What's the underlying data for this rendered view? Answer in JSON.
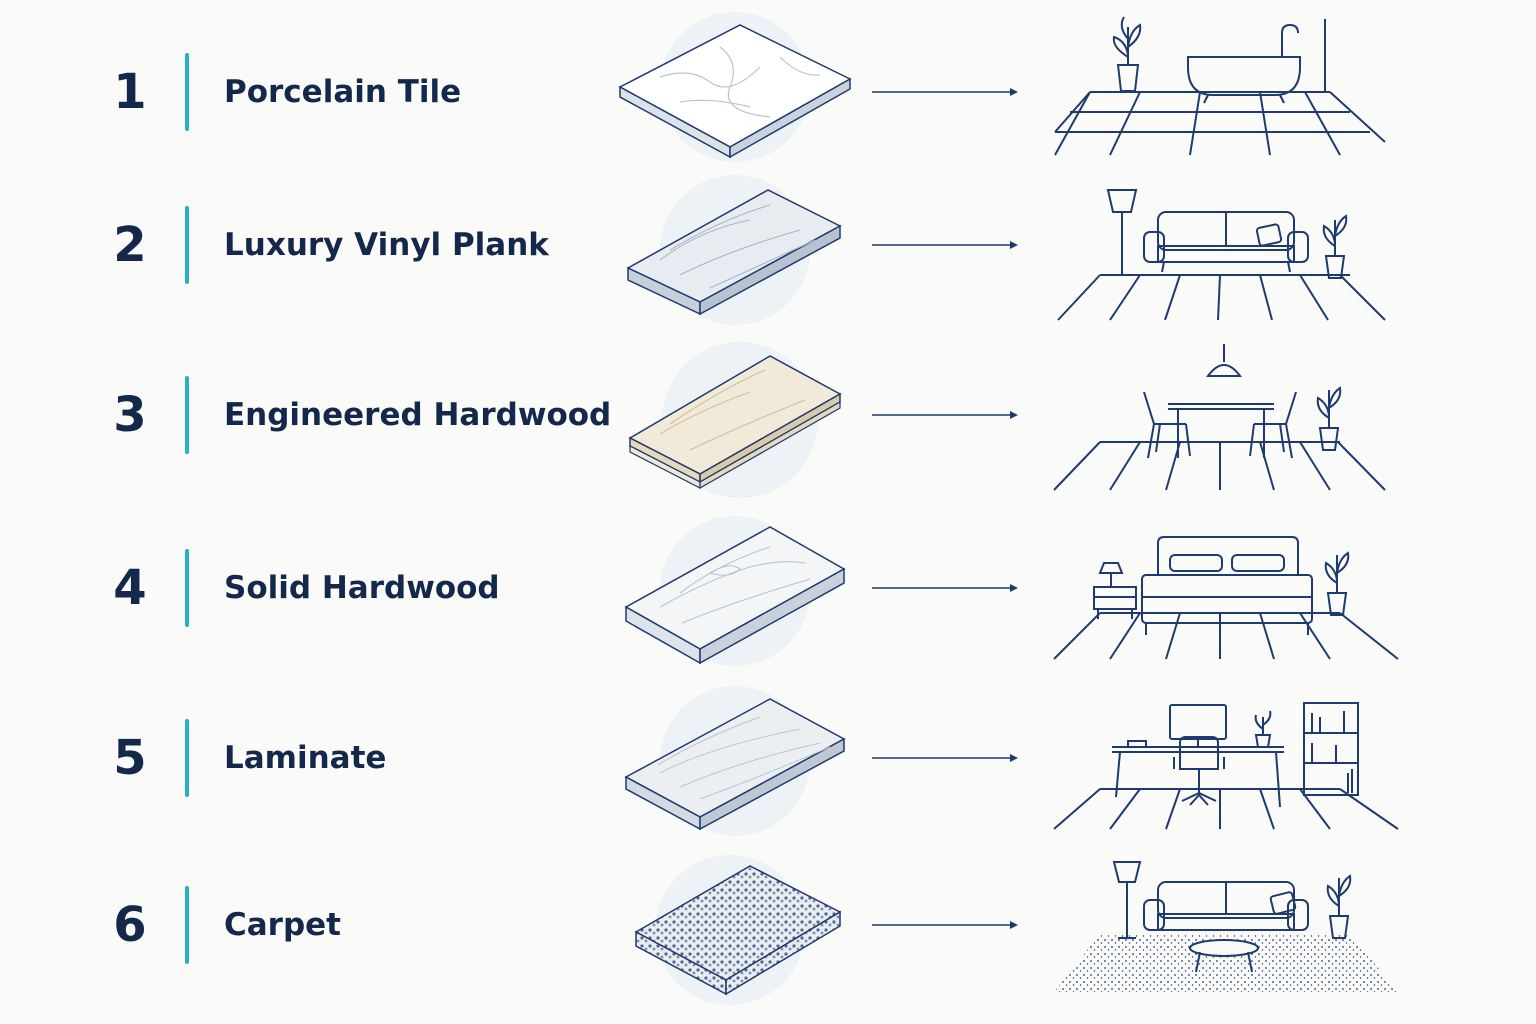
{
  "items": [
    {
      "number": "1",
      "label": "Porcelain Tile",
      "material_icon": "porcelain-tile-icon",
      "room_icon": "bathroom-icon"
    },
    {
      "number": "2",
      "label": "Luxury Vinyl Plank",
      "material_icon": "vinyl-plank-icon",
      "room_icon": "living-room-icon"
    },
    {
      "number": "3",
      "label": "Engineered Hardwood",
      "material_icon": "engineered-hardwood-icon",
      "room_icon": "dining-room-icon"
    },
    {
      "number": "4",
      "label": "Solid Hardwood",
      "material_icon": "solid-hardwood-icon",
      "room_icon": "bedroom-icon"
    },
    {
      "number": "5",
      "label": "Laminate",
      "material_icon": "laminate-icon",
      "room_icon": "home-office-icon"
    },
    {
      "number": "6",
      "label": "Carpet",
      "material_icon": "carpet-icon",
      "room_icon": "carpeted-living-room-icon"
    }
  ],
  "colors": {
    "text": "#13284a",
    "accent_bar": "#2bb0c0",
    "line_art": "#1e3a6e",
    "halo": "#e6eef4"
  }
}
